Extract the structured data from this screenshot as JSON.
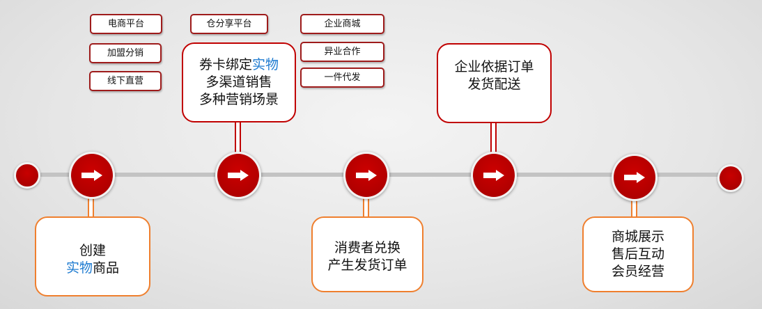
{
  "tags": {
    "left": [
      "电商平台",
      "加盟分销",
      "线下直营"
    ],
    "middle": [
      "仓分享平台"
    ],
    "right": [
      "企业商城",
      "异业合作",
      "一件代发"
    ]
  },
  "callouts": {
    "top1": {
      "line1_a": "券卡绑定",
      "line1_b": "实物",
      "line2": "多渠道销售",
      "line3": "多种营销场景"
    },
    "top2": {
      "line1": "企业依据订单",
      "line2": "发货配送"
    },
    "bottom1": {
      "line1": "创建",
      "line2_a": "实物",
      "line2_b": "商品"
    },
    "bottom2": {
      "line1": "消费者兑换",
      "line2": "产生发货订单"
    },
    "bottom3": {
      "line1": "商城展示",
      "line2": "售后互动",
      "line3": "会员经营"
    }
  },
  "colors": {
    "node": "#c00000",
    "top_border": "#c00000",
    "bottom_border": "#ef7f2e",
    "highlight": "#1e7bd0"
  },
  "icons": {
    "step": "arrow-right-icon"
  }
}
